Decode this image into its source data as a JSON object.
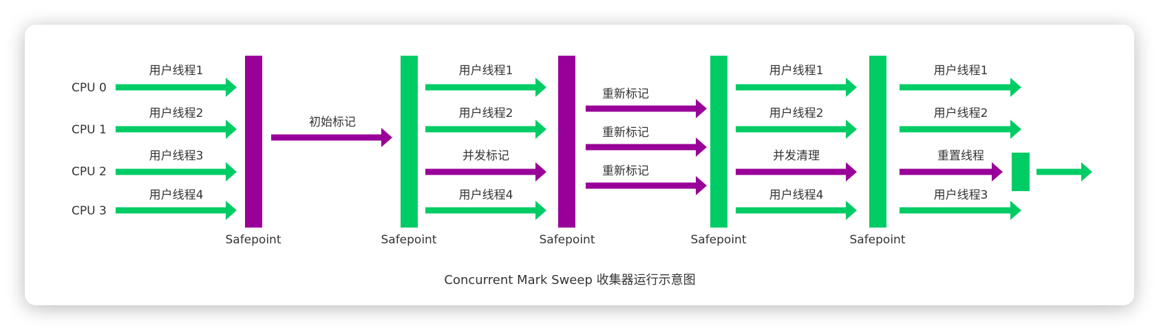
{
  "colors": {
    "green": "#00cc66",
    "purple": "#990099",
    "text": "#333333"
  },
  "cpus": [
    "CPU 0",
    "CPU 1",
    "CPU 2",
    "CPU 3"
  ],
  "safepoint_label": "Safepoint",
  "caption": "Concurrent Mark Sweep 收集器运行示意图",
  "phase1": {
    "arrows": [
      {
        "label": "用户线程1",
        "color": "green"
      },
      {
        "label": "用户线程2",
        "color": "green"
      },
      {
        "label": "用户线程3",
        "color": "green"
      },
      {
        "label": "用户线程4",
        "color": "green"
      }
    ],
    "barrier": "purple"
  },
  "phase2": {
    "arrow": {
      "label": "初始标记",
      "color": "purple"
    },
    "barrier": "green"
  },
  "phase3": {
    "arrows": [
      {
        "label": "用户线程1",
        "color": "green"
      },
      {
        "label": "用户线程2",
        "color": "green"
      },
      {
        "label": "并发标记",
        "color": "purple"
      },
      {
        "label": "用户线程4",
        "color": "green"
      }
    ],
    "barrier": "purple"
  },
  "phase4": {
    "arrows": [
      {
        "label": "重新标记",
        "color": "purple"
      },
      {
        "label": "重新标记",
        "color": "purple"
      },
      {
        "label": "重新标记",
        "color": "purple"
      }
    ],
    "barrier": "green"
  },
  "phase5": {
    "arrows": [
      {
        "label": "用户线程1",
        "color": "green"
      },
      {
        "label": "用户线程2",
        "color": "green"
      },
      {
        "label": "并发清理",
        "color": "purple"
      },
      {
        "label": "用户线程4",
        "color": "green"
      }
    ],
    "barrier": "green"
  },
  "phase6": {
    "arrows": [
      {
        "label": "用户线程1",
        "color": "green"
      },
      {
        "label": "用户线程2",
        "color": "green"
      },
      {
        "label": "重置线程",
        "color": "purple"
      },
      {
        "label": "用户线程3",
        "color": "green"
      }
    ],
    "end_block": "green",
    "end_arrow": "green"
  }
}
